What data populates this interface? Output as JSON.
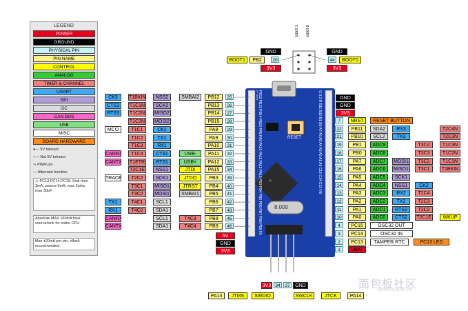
{
  "legend": {
    "title": "LEGEND",
    "items": [
      {
        "text": "POWER",
        "bg": "#e8001c",
        "fg": "#fff"
      },
      {
        "text": "GROUND",
        "bg": "#000000",
        "fg": "#fff"
      },
      {
        "text": "PHYSICAL PIN",
        "bg": "#c9f3f7",
        "fg": "#000"
      },
      {
        "text": "PIN NAME",
        "bg": "#fff587",
        "fg": "#000"
      },
      {
        "text": "CONTROL",
        "bg": "#ffff00",
        "fg": "#000"
      },
      {
        "text": "ANALOG",
        "bg": "#33cc33",
        "fg": "#000"
      },
      {
        "text": "TIMER & CHANNEL",
        "bg": "#f08080",
        "fg": "#000"
      },
      {
        "text": "USART",
        "bg": "#3fa9f5",
        "fg": "#000"
      },
      {
        "text": "SPI",
        "bg": "#b19cd9",
        "fg": "#000"
      },
      {
        "text": "I2C",
        "bg": "#dcdcdc",
        "fg": "#000"
      },
      {
        "text": "CAN BUS",
        "bg": "#ff66cc",
        "fg": "#000"
      },
      {
        "text": "USB",
        "bg": "#7ee07e",
        "fg": "#000"
      },
      {
        "text": "MISC",
        "bg": "#ffffff",
        "fg": "#000"
      },
      {
        "text": "BOARD HARDWARE",
        "bg": "#ff8c1a",
        "fg": "#000"
      }
    ],
    "symbols": [
      "5V tolerant",
      "Not 5V tolerant",
      "PWM pin",
      "Alternate function"
    ],
    "warning": "PC13,PC14,PC15: Sink max 3mA, source 0mA, max 2mhz, max 30pF",
    "note1": "Absolute MAX 150mA total source/sink for entire CPU",
    "note2": "Max ±20mA per pin, ±8mA recommended"
  },
  "top": {
    "boot1": {
      "gnd": "GND",
      "v33": "3V3",
      "label": "BOOT1",
      "pin": "PB2",
      "num": "20"
    },
    "boot0": {
      "gnd": "GND",
      "v33": "3V3",
      "label": "BOOT0",
      "num": "44"
    },
    "header": [
      "Boot 1",
      "Boot 0"
    ]
  },
  "left_rows": [
    {
      "num": "25",
      "pin": "PB12",
      "f": [
        "SMBAI2",
        "NSS2",
        "T1BKIN",
        "CK3"
      ]
    },
    {
      "num": "26",
      "pin": "PB13",
      "f": [
        "",
        "SCK2",
        "T1C1N",
        "CTS3"
      ]
    },
    {
      "num": "27",
      "pin": "PB14",
      "f": [
        "",
        "MISO2",
        "T1C2N",
        "RTS3"
      ]
    },
    {
      "num": "28",
      "pin": "PB15",
      "f": [
        "",
        "MOSI2",
        "T1C3N",
        ""
      ]
    },
    {
      "num": "29",
      "pin": "PA8",
      "f": [
        "",
        "CK1",
        "T1C1",
        "MCO"
      ]
    },
    {
      "num": "30",
      "pin": "PA9",
      "f": [
        "",
        "TX1",
        "T1C2",
        ""
      ]
    },
    {
      "num": "31",
      "pin": "PA10",
      "f": [
        "",
        "RX1",
        "T1C3",
        ""
      ]
    },
    {
      "num": "32",
      "pin": "PA11",
      "f": [
        "USB-",
        "CTS1",
        "T1C4",
        "CANRX"
      ]
    },
    {
      "num": "33",
      "pin": "PA12",
      "f": [
        "USB+",
        "RTS1",
        "T1ETR",
        "CANTX"
      ]
    },
    {
      "num": "34",
      "pin": "PA15",
      "f": [
        "JTDI",
        "NSS1",
        "T2C1E",
        ""
      ]
    },
    {
      "num": "39",
      "pin": "PB3",
      "f": [
        "JTDO",
        "SCK1",
        "T2C2",
        "TRACE SWO"
      ]
    },
    {
      "num": "40",
      "pin": "PB4",
      "f": [
        "JTRST",
        "MISO1",
        "T3C1",
        ""
      ]
    },
    {
      "num": "41",
      "pin": "PB5",
      "f": [
        "SMBAI1",
        "MOSI1",
        "T3C2",
        ""
      ]
    },
    {
      "num": "42",
      "pin": "PB6",
      "f": [
        "",
        "SCL1",
        "T4C1",
        "TX1"
      ]
    },
    {
      "num": "43",
      "pin": "PB7",
      "f": [
        "",
        "SDA1",
        "T4C2",
        "RX1"
      ]
    },
    {
      "num": "45",
      "pin": "PB8",
      "f": [
        "T4C3",
        "SCL1",
        "",
        "CANRX"
      ]
    },
    {
      "num": "46",
      "pin": "PB9",
      "f": [
        "T4C4",
        "SDA1",
        "",
        "CANTX"
      ]
    }
  ],
  "left_power": [
    "5V",
    "GND",
    "3V3"
  ],
  "right_top": [
    "GND",
    "GND",
    "3V3"
  ],
  "right_rows": [
    {
      "num": "7",
      "pin": "NRST",
      "f": [
        "RESET BUTTON"
      ]
    },
    {
      "num": "22",
      "pin": "PB11",
      "f": [
        "SDA2",
        "RX3",
        "",
        "T2C4N"
      ]
    },
    {
      "num": "21",
      "pin": "PB10",
      "f": [
        "SCL2",
        "TX3",
        "",
        "T2C3N"
      ]
    },
    {
      "num": "19",
      "pin": "PB1",
      "f": [
        "ADC9",
        "",
        "T3C4",
        "T1C3N"
      ]
    },
    {
      "num": "18",
      "pin": "PB0",
      "f": [
        "ADC8",
        "",
        "T3C3",
        "T1C2N"
      ]
    },
    {
      "num": "17",
      "pin": "PA7",
      "f": [
        "ADC7",
        "MOSI1",
        "T3C2",
        "T1C1N"
      ]
    },
    {
      "num": "16",
      "pin": "PA6",
      "f": [
        "ADC6",
        "MISO1",
        "T3C1",
        "T1BKIN"
      ]
    },
    {
      "num": "15",
      "pin": "PA5",
      "f": [
        "ADC5",
        "SCK1",
        "",
        ""
      ]
    },
    {
      "num": "14",
      "pin": "PA4",
      "f": [
        "ADC4",
        "NSS1",
        "CK2",
        ""
      ]
    },
    {
      "num": "13",
      "pin": "PA3",
      "f": [
        "ADC3",
        "RX2",
        "T2C4",
        ""
      ]
    },
    {
      "num": "12",
      "pin": "PA2",
      "f": [
        "ADC2",
        "TX2",
        "T2C3",
        ""
      ]
    },
    {
      "num": "11",
      "pin": "PA1",
      "f": [
        "ADC1",
        "RTS2",
        "T2C2",
        ""
      ]
    },
    {
      "num": "10",
      "pin": "PA0",
      "f": [
        "ADC0",
        "CTS2",
        "T2C1E",
        "WKUP"
      ]
    },
    {
      "num": "4",
      "pin": "PC15",
      "f": [
        "OSC32 OUT"
      ]
    },
    {
      "num": "3",
      "pin": "PC14",
      "f": [
        "OSC32 IN"
      ]
    },
    {
      "num": "2",
      "pin": "PC13",
      "f": [
        "TAMPER RTC",
        "PC13 LED"
      ]
    },
    {
      "num": "1",
      "pin": "VBAT",
      "f": []
    }
  ],
  "bottom": {
    "v33": "3V3",
    "n34": "34",
    "n37": "37",
    "gnd": "GND",
    "pa13": "PA13",
    "jtms": "JTMS",
    "swdio": "SWDIO",
    "swclk": "SWCLK",
    "jtck": "JTCK",
    "pa14": "PA14"
  },
  "board": {
    "silk_left": "PB12 PB13 PB14 PB15 PA8 PA9 PA10 PA11 PA12 PA15 PB3 PB4 PB5 PB6 PB7 PB8 PB9 5V G 3V3",
    "silk_right": "G 3.3 R B11 B10 B1 B0 A7 A6 A5 A4 A3 A2 A1 A0 C15 C14 C13 VB",
    "reset": "RESET",
    "crystal": "8.000"
  },
  "watermark": "面包板社区",
  "watermark_sub": "MIANBAOBAN.CN",
  "colors": {
    "power": "#e8001c",
    "ground": "#000000",
    "pcb": "#1a3fa8",
    "pin": "#fff587",
    "phys": "#c9f3f7",
    "control": "#ffff00",
    "analog": "#33cc33",
    "timer": "#f08080",
    "usart": "#3fa9f5",
    "spi": "#b19cd9",
    "i2c": "#dcdcdc",
    "can": "#ff66cc",
    "usb": "#7ee07e",
    "misc": "#ffffff",
    "board": "#ff8c1a"
  }
}
